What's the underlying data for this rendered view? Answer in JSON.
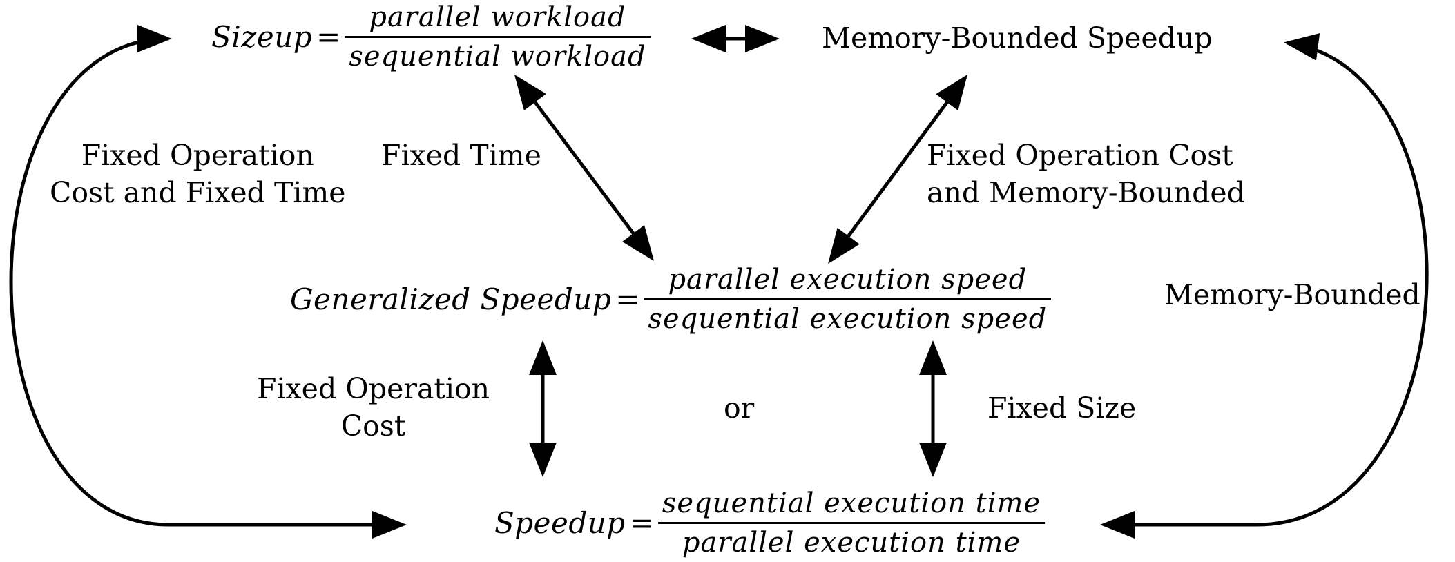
{
  "formulas": {
    "sizeup": {
      "lhs": "Sizeup",
      "eq": "=",
      "numerator": "parallel workload",
      "denominator": "sequential workload"
    },
    "memory_bounded_speedup": {
      "text": "Memory-Bounded Speedup"
    },
    "generalized_speedup": {
      "lhs": "Generalized Speedup",
      "eq": "=",
      "numerator": "parallel execution speed",
      "denominator": "sequential execution speed"
    },
    "speedup": {
      "lhs": "Speedup",
      "eq": "=",
      "numerator": "sequential execution time",
      "denominator": "parallel execution time"
    }
  },
  "labels": {
    "fixed_op_cost_fixed_time": [
      "Fixed Operation",
      "Cost and Fixed Time"
    ],
    "fixed_time": "Fixed Time",
    "fixed_op_cost_memory_bounded": [
      "Fixed Operation Cost",
      "and Memory-Bounded"
    ],
    "memory_bounded": "Memory-Bounded",
    "fixed_operation_cost": [
      "Fixed Operation",
      "Cost"
    ],
    "or": "or",
    "fixed_size": "Fixed Size"
  },
  "colors": {
    "ink": "#000000",
    "background": "#ffffff"
  }
}
